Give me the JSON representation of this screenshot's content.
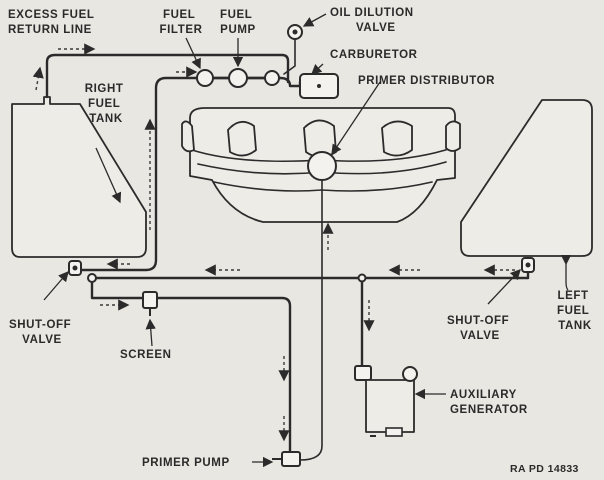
{
  "labels": {
    "excess_fuel_return_line": [
      "EXCESS FUEL",
      "RETURN LINE"
    ],
    "fuel_filter": [
      "FUEL",
      "FILTER"
    ],
    "fuel_pump": [
      "FUEL",
      "PUMP"
    ],
    "oil_dilution_valve": [
      "OIL DILUTION",
      "VALVE"
    ],
    "carburetor": "CARBURETOR",
    "primer_distributor": "PRIMER DISTRIBUTOR",
    "right_fuel_tank": [
      "RIGHT",
      "FUEL",
      "TANK"
    ],
    "left_fuel_tank": [
      "LEFT",
      "FUEL",
      "TANK"
    ],
    "shut_off_valve_left": [
      "SHUT-OFF",
      "VALVE"
    ],
    "shut_off_valve_right": [
      "SHUT-OFF",
      "VALVE"
    ],
    "screen": "SCREEN",
    "auxiliary_generator": [
      "AUXILIARY",
      "GENERATOR"
    ],
    "primer_pump": "PRIMER PUMP",
    "figure_id": "RA PD 14833"
  }
}
